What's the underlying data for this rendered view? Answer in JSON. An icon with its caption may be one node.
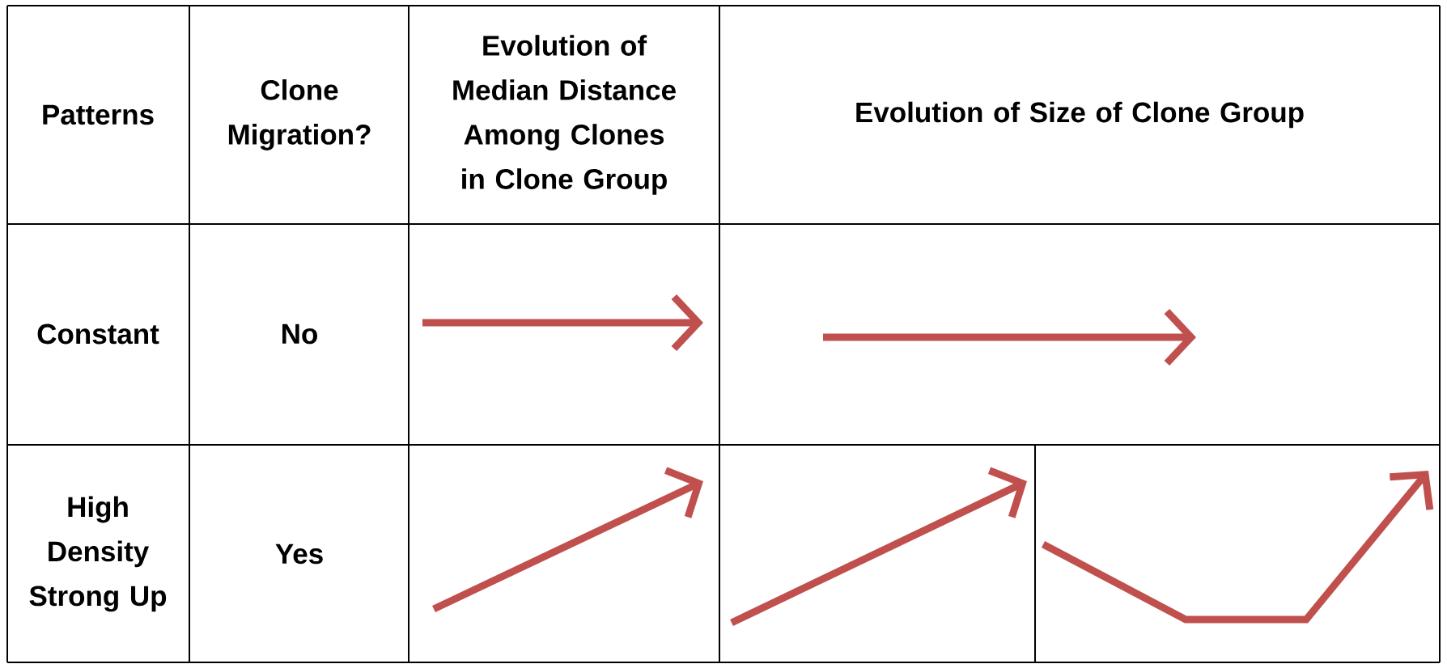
{
  "diagram": {
    "labels": [
      "Patterns",
      "Clone Migration?",
      "Evolution of Median Distance Among Clones in Clone Group",
      "Evolution of Size of Clone Group",
      "Constant",
      "No",
      "High Density Strong Up",
      "Yes"
    ]
  }
}
